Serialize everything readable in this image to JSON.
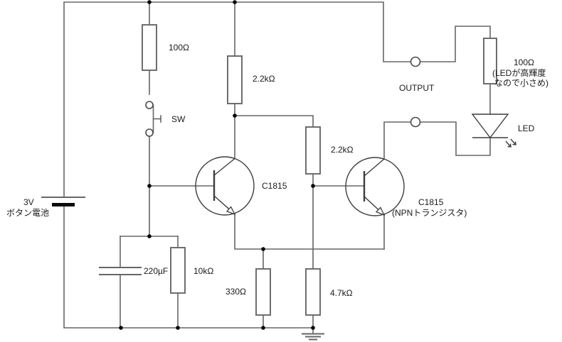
{
  "diagram": {
    "type": "circuit-schematic",
    "power": {
      "voltage": "3V",
      "battery_label": "ボタン電池"
    },
    "switch": {
      "label": "SW"
    },
    "resistors": {
      "r1": "100Ω",
      "r2": "2.2kΩ",
      "r3": "2.2kΩ",
      "r4": "10kΩ",
      "r5": "330Ω",
      "r6": "4.7kΩ",
      "r7": "100Ω"
    },
    "r7_note": [
      "(LEDが高輝度",
      "なので小さめ)"
    ],
    "capacitor": "220µF",
    "transistors": {
      "q1": "C1815",
      "q2": "C1815",
      "q2_note": "(NPNトランジスタ)"
    },
    "led": "LED",
    "output": "OUTPUT",
    "colors": {
      "background": "#ffffff",
      "wire": "#666666",
      "junction": "#000000",
      "text": "#1a1a1a"
    }
  }
}
